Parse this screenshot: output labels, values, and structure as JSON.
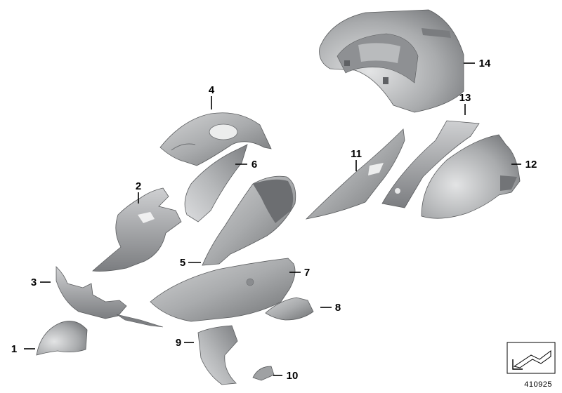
{
  "diagram": {
    "diagram_number": "410925",
    "callouts": [
      "1",
      "2",
      "3",
      "4",
      "5",
      "6",
      "7",
      "8",
      "9",
      "10",
      "11",
      "12",
      "13",
      "14"
    ],
    "colors": {
      "part_fill": "#a9abad",
      "part_highlight": "#d4d5d6",
      "part_shadow": "#6f7173",
      "outline": "#5a5c5e",
      "label": "#000000"
    }
  }
}
